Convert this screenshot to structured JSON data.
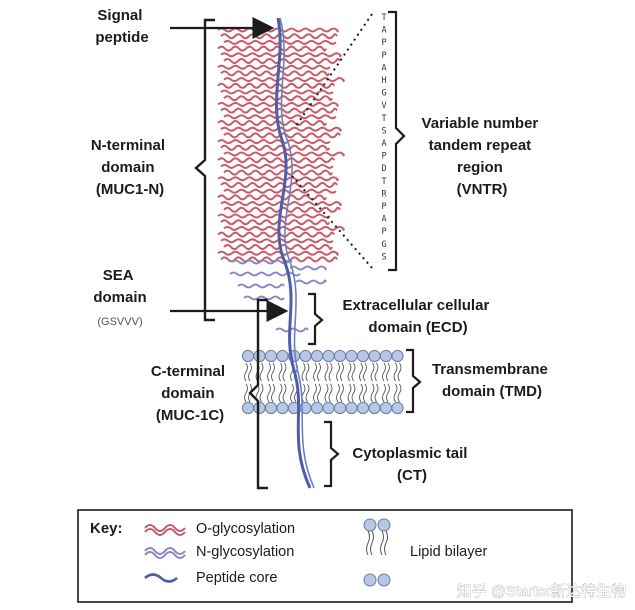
{
  "labels": {
    "signal_peptide": [
      "Signal",
      "peptide"
    ],
    "n_terminal": [
      "N-terminal",
      "domain",
      "(MUC1-N)"
    ],
    "sea_domain": [
      "SEA",
      "domain"
    ],
    "sea_motif": "(GSVVV)",
    "c_terminal": [
      "C-terminal",
      "domain",
      "(MUC-1C)"
    ],
    "vntr": [
      "Variable number",
      "tandem repeat",
      "region",
      "(VNTR)"
    ],
    "ecd": [
      "Extracellular cellular",
      "domain (ECD)"
    ],
    "tmd": [
      "Transmembrane",
      "domain (TMD)"
    ],
    "ct": [
      "Cytoplasmic tail",
      "(CT)"
    ]
  },
  "vntr_sequence": [
    "T",
    "A",
    "P",
    "P",
    "A",
    "H",
    "G",
    "V",
    "T",
    "S",
    "A",
    "P",
    "D",
    "T",
    "R",
    "P",
    "A",
    "P",
    "G",
    "S"
  ],
  "key": {
    "title": "Key:",
    "items": [
      {
        "label": "O-glycosylation",
        "color": "#c75c6b",
        "icon": "o-glycan-wave-icon"
      },
      {
        "label": "N-glycosylation",
        "color": "#8a86c7",
        "icon": "n-glycan-wave-icon"
      },
      {
        "label": "Peptide core",
        "color": "#4d5ea8",
        "icon": "peptide-wave-icon"
      },
      {
        "label": "Lipid bilayer",
        "color": "#b7c7e6",
        "icon": "lipid-bilayer-icon"
      }
    ]
  },
  "watermark": "知乎 @Starter新达特生物",
  "colors": {
    "o_glycan": "#c75c6b",
    "n_glycan": "#8a86c7",
    "peptide": "#4d5ea8",
    "lipid_head": "#b7c7e6",
    "lipid_head_stroke": "#6b7f9e",
    "text": "#1c1c1c"
  }
}
